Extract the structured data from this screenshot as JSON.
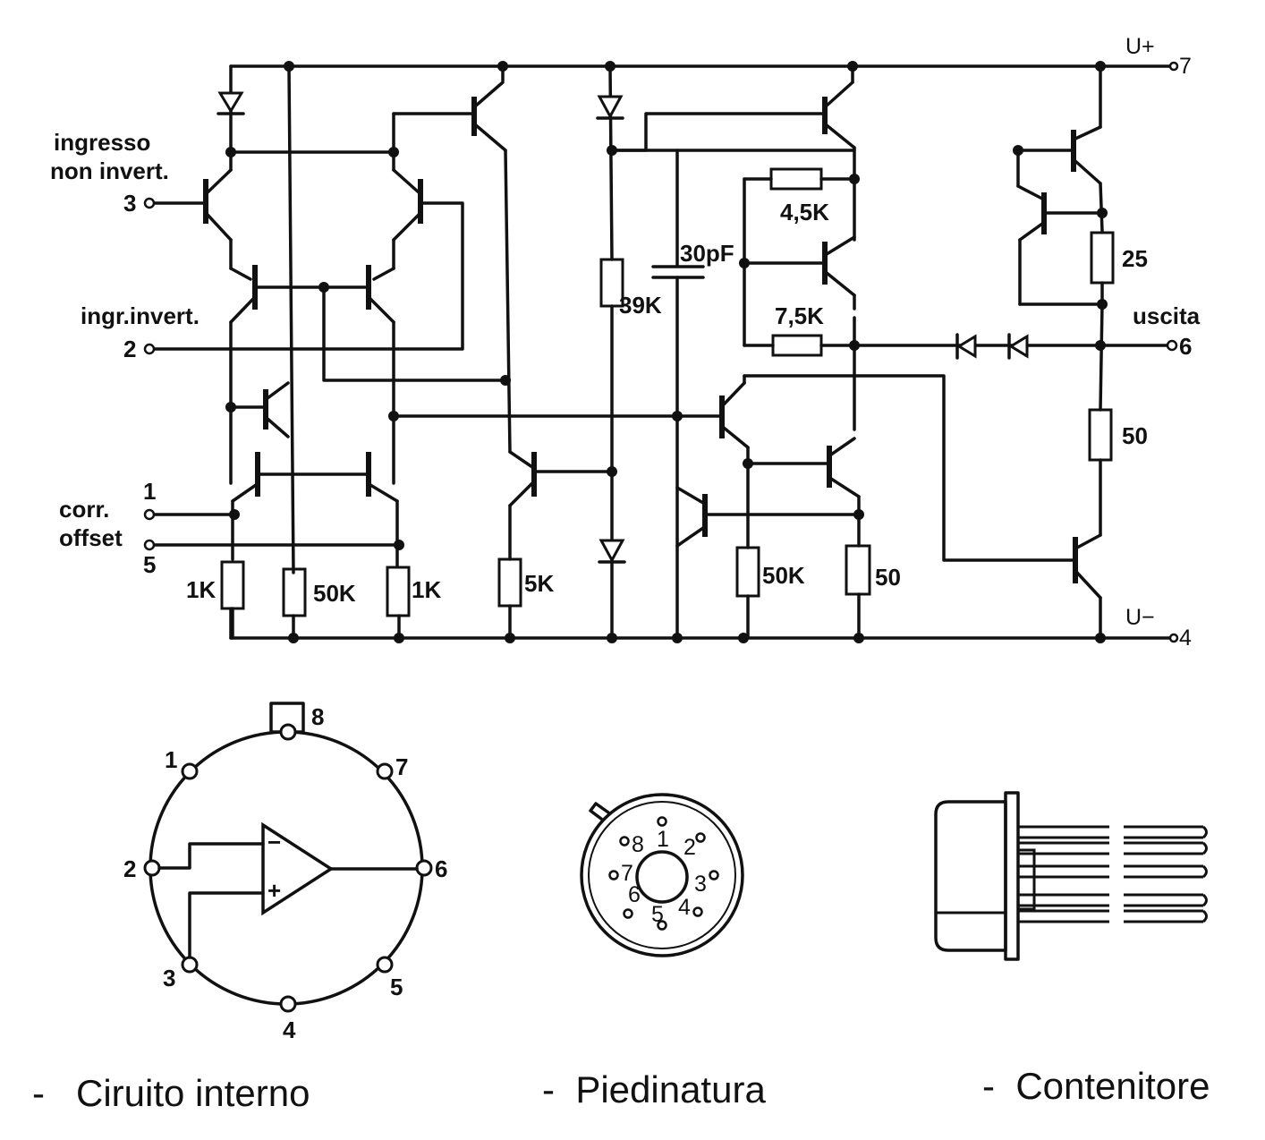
{
  "schematic": {
    "supply_pos": "U+",
    "supply_pos_pin": "7",
    "supply_neg": "U−",
    "supply_neg_pin": "4",
    "noninv_label_1": "ingresso",
    "noninv_label_2": "non invert.",
    "noninv_pin": "3",
    "inv_label": "ingr.invert.",
    "inv_pin": "2",
    "offset_label_1": "corr.",
    "offset_label_2": "offset",
    "offset_pin_a": "1",
    "offset_pin_b": "5",
    "output_label": "uscita",
    "output_pin": "6",
    "r_1k_left": "1K",
    "r_50k": "50K",
    "r_1k_right": "1K",
    "r_5k": "5K",
    "r_39k": "39K",
    "cap_30pf": "30pF",
    "r_4k5": "4,5K",
    "r_7k5": "7,5K",
    "r_50k_out": "50K",
    "r_50_out": "50",
    "r_25": "25",
    "r_50_right": "50"
  },
  "pinout_circle": {
    "pins": [
      "1",
      "2",
      "3",
      "4",
      "5",
      "6",
      "7",
      "8"
    ],
    "minus": "−",
    "plus": "+"
  },
  "base_view": {
    "pins": [
      "1",
      "2",
      "3",
      "4",
      "5",
      "6",
      "7",
      "8"
    ]
  },
  "captions": {
    "internal": "-   Ciruito interno",
    "pinout": "-  Piedinatura",
    "package": "-  Contenitore"
  }
}
